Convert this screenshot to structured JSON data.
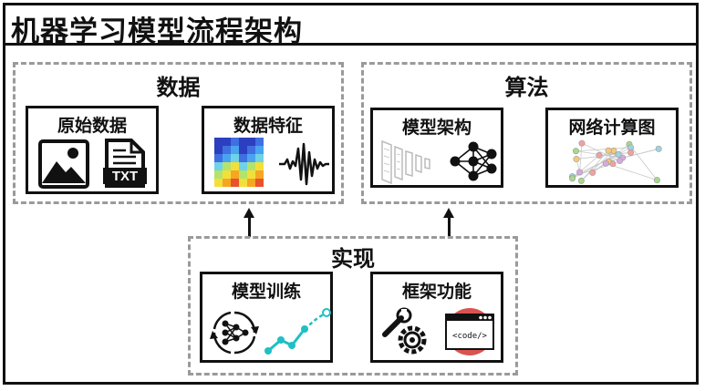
{
  "title": "机器学习模型流程架构",
  "groups": {
    "data": {
      "label": "数据",
      "raw": {
        "label": "原始数据",
        "file_text": "TXT",
        "icons": [
          "image-icon",
          "txt-file-icon"
        ]
      },
      "features": {
        "label": "数据特征",
        "icons": [
          "heatmap-icon",
          "waveform-icon"
        ]
      }
    },
    "algorithm": {
      "label": "算法",
      "arch": {
        "label": "模型架构",
        "icons": [
          "layer-stack-icon",
          "neural-network-icon"
        ]
      },
      "graph": {
        "label": "网络计算图",
        "icons": [
          "computation-graph-icon"
        ]
      }
    },
    "implementation": {
      "label": "实现",
      "training": {
        "label": "模型训练",
        "icons": [
          "training-cycle-icon",
          "loss-curve-icon"
        ]
      },
      "framework": {
        "label": "框架功能",
        "code_text": "<code/>",
        "icons": [
          "wrench-gear-icon",
          "code-window-icon"
        ]
      }
    }
  },
  "colors": {
    "border": "#111111",
    "dashed": "#9a9a9a",
    "teal": "#1fbfc4",
    "red": "#d9534f"
  }
}
